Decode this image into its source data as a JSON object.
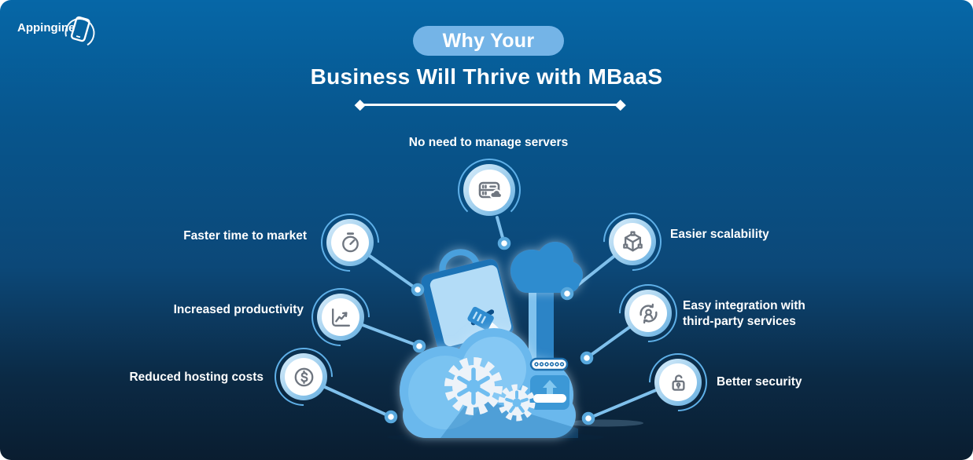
{
  "brand": {
    "name": "Appingine",
    "logo_icon": "phone-swoosh-icon"
  },
  "header": {
    "badge": "Why Your",
    "title": "Business Will Thrive with MBaaS"
  },
  "features": [
    {
      "id": "no-servers",
      "label": "No need to manage servers",
      "icon": "server-cloud-icon"
    },
    {
      "id": "faster-time",
      "label": "Faster time to market",
      "icon": "stopwatch-icon"
    },
    {
      "id": "productivity",
      "label": "Increased productivity",
      "icon": "chart-up-icon"
    },
    {
      "id": "hosting-costs",
      "label": "Reduced hosting costs",
      "icon": "dollar-circle-icon"
    },
    {
      "id": "scalability",
      "label": "Easier scalability",
      "icon": "cube-icon"
    },
    {
      "id": "integration",
      "label": "Easy integration with third-party services",
      "icon": "user-sync-icon"
    },
    {
      "id": "security",
      "label": "Better security",
      "icon": "open-padlock-icon"
    }
  ],
  "illustration_icons": [
    "cloud-icon",
    "gear-icon",
    "briefcase-icon",
    "cable-plug-icon",
    "cloud-tower-icon",
    "upload-box-icon"
  ],
  "colors": {
    "background_top": "#0667a7",
    "background_bottom": "#0a1d30",
    "badge_bg": "#74b4e7",
    "accent_light": "#7fc0ec",
    "ring_light": "#a9d4f0",
    "icon_gray": "#6f7680",
    "text": "#ffffff"
  }
}
